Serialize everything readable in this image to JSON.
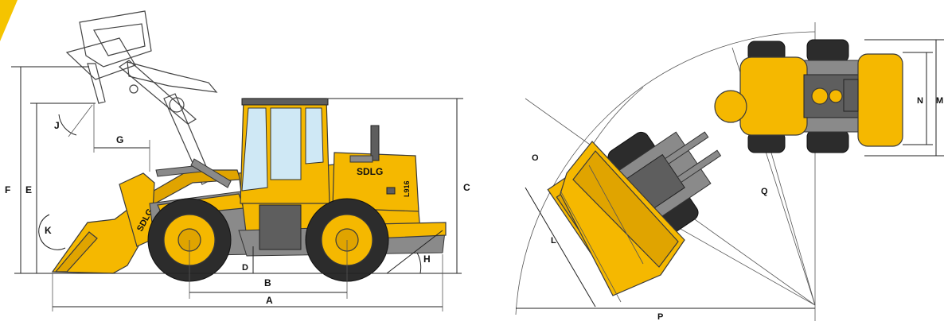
{
  "brand": {
    "logo_text": "SDLG",
    "model": "L916"
  },
  "side_view_labels": {
    "A": "A",
    "B": "B",
    "C": "C",
    "D": "D",
    "E": "E",
    "F": "F",
    "G": "G",
    "H": "H",
    "J": "J",
    "K": "K"
  },
  "top_view_labels": {
    "L": "L",
    "M": "M",
    "N": "N",
    "O": "O",
    "P": "P",
    "Q": "Q"
  },
  "colors": {
    "machine": "#f5b800",
    "metal": "#8a8a8a",
    "tire": "#2c2c2c"
  }
}
